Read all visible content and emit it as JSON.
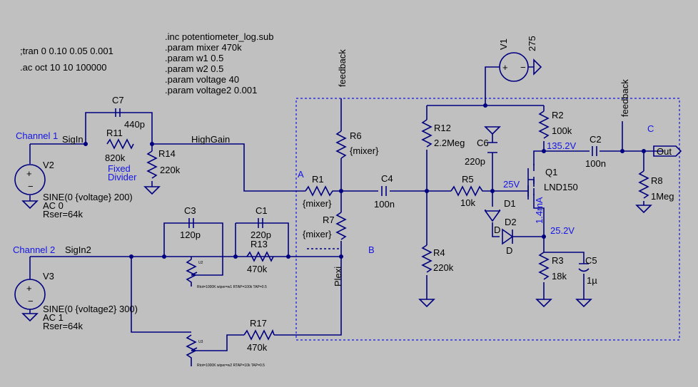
{
  "directives": {
    "tran": ";tran 0 0.10 0.05 0.001",
    "ac": ".ac oct 10 10 100000",
    "params": [
      ".inc potentiometer_log.sub",
      ".param mixer 470k",
      ".param w1 0.5",
      ".param w2 0.5",
      ".param voltage 40",
      ".param voltage2 0.001"
    ]
  },
  "nets": {
    "channel1": "Channel 1",
    "channel2": "Channel 2",
    "sigin": "SigIn",
    "sigin2": "SigIn2",
    "highgain": "HighGain",
    "fixed_divider": [
      "Fixed",
      "Divider"
    ],
    "plexi": "Plexi",
    "feedback1": "feedback",
    "feedback2": "feedback",
    "port_a": "A",
    "port_b": "B",
    "port_c": "C",
    "out": "Out"
  },
  "voltages": {
    "drain": "135.2V",
    "gate": "25V",
    "source": "25.2V",
    "current": "1.4mA"
  },
  "components": {
    "C7": {
      "name": "C7",
      "value": "440p"
    },
    "R11": {
      "name": "R11",
      "value": "820k"
    },
    "R14": {
      "name": "R14",
      "value": "220k"
    },
    "V2": {
      "name": "V2",
      "lines": [
        "SINE(0 {voltage} 200)",
        "AC 0",
        "Rser=64k"
      ]
    },
    "C3": {
      "name": "C3",
      "value": "120p"
    },
    "C1": {
      "name": "C1",
      "value": "220p"
    },
    "R13": {
      "name": "R13",
      "value": "470k"
    },
    "U2": {
      "name": "U2",
      "params": "Rtot=1000K wiper=w1 RTAP=100k TAP=0.5"
    },
    "U3": {
      "name": "U3",
      "params": "Rtot=1000K wiper=w2 RTAP=10k TAP=0.5"
    },
    "V3": {
      "name": "V3",
      "lines": [
        "SINE(0 {voltage2} 300)",
        "AC 1",
        "Rser=64k"
      ]
    },
    "R17": {
      "name": "R17",
      "value": "470k"
    },
    "R1": {
      "name": "R1",
      "value": "{mixer}"
    },
    "R6": {
      "name": "R6",
      "value": "{mixer}"
    },
    "R7": {
      "name": "R7",
      "value": "{mixer}"
    },
    "C4": {
      "name": "C4",
      "value": "100n"
    },
    "R12": {
      "name": "R12",
      "value": "2.2Meg"
    },
    "R4": {
      "name": "R4",
      "value": "220k"
    },
    "C6": {
      "name": "C6",
      "value": "220p"
    },
    "R5": {
      "name": "R5",
      "value": "10k"
    },
    "D1": {
      "name": "D1"
    },
    "D2": {
      "name": "D2",
      "model": "D"
    },
    "D1model": "D",
    "Q1": {
      "name": "Q1",
      "value": "LND150"
    },
    "R2": {
      "name": "R2",
      "value": "100k"
    },
    "R3": {
      "name": "R3",
      "value": "18k"
    },
    "C5": {
      "name": "C5",
      "value": "1µ"
    },
    "C2": {
      "name": "C2",
      "value": "100n"
    },
    "R8": {
      "name": "R8",
      "value": "1Meg"
    },
    "V1": {
      "name": "V1",
      "value": "275"
    }
  },
  "colors": {
    "background": "#c0c0c0",
    "wire": "#000080",
    "label": "#1414e6"
  }
}
